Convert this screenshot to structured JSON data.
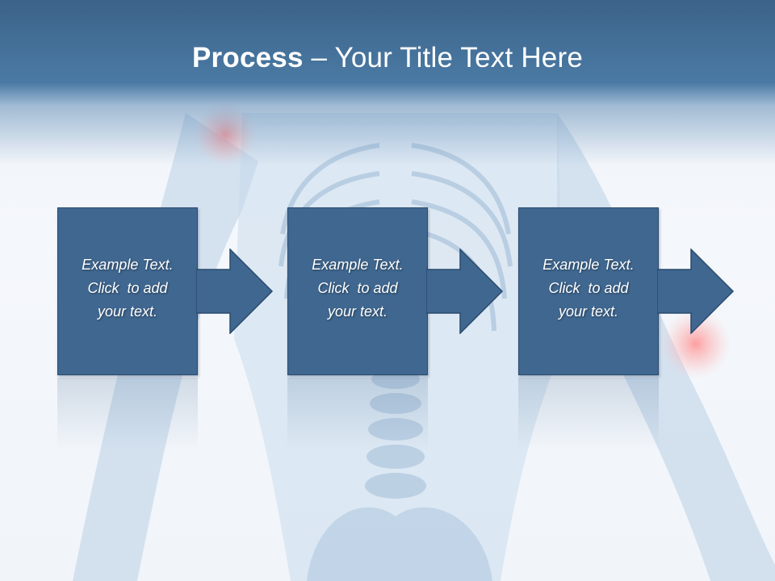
{
  "slide": {
    "title_bold": "Process",
    "title_rest": " – Your Title Text Here"
  },
  "steps": [
    {
      "line1": "Example Text.",
      "line2": "Click  to add",
      "line3": "your text."
    },
    {
      "line1": "Example Text.",
      "line2": "Click  to add",
      "line3": "your text."
    },
    {
      "line1": "Example Text.",
      "line2": "Click  to add",
      "line3": "your text."
    }
  ],
  "colors": {
    "band": "#3c6389",
    "box_fill": "#3f6790",
    "box_border": "#2a4b6d",
    "text": "#ffffff"
  },
  "icons": {
    "background": "skeleton-illustration",
    "connector": "right-arrow-icon"
  }
}
